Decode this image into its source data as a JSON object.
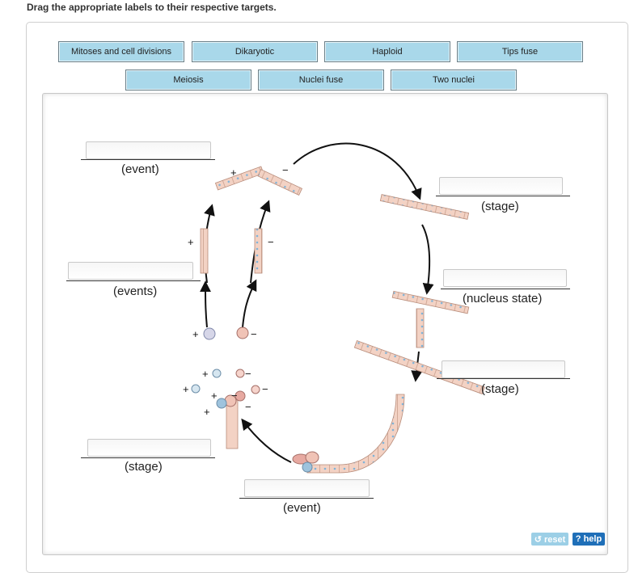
{
  "instructions": "Drag the appropriate labels to their respective targets.",
  "labels": [
    "Mitoses and cell divisions",
    "Dikaryotic",
    "Haploid",
    "Tips fuse",
    "Meiosis",
    "Nuclei fuse",
    "Two nuclei"
  ],
  "targets": {
    "event_top": "(event)",
    "events_left": "(events)",
    "stage_left": "(stage)",
    "event_bottom": "(event)",
    "stage_right_top": "(stage)",
    "nucleus_state": "(nucleus state)",
    "stage_right_bottom": "(stage)"
  },
  "diagram": {
    "plus": "+",
    "minus": "−"
  },
  "controls": {
    "reset": "↺ reset",
    "help": "? help"
  },
  "colors": {
    "chip": "#a9d8ea",
    "hypha": "#f3d2c4",
    "nucleus_plus": "#7fb3d8",
    "nucleus_minus": "#e8a0a0"
  }
}
